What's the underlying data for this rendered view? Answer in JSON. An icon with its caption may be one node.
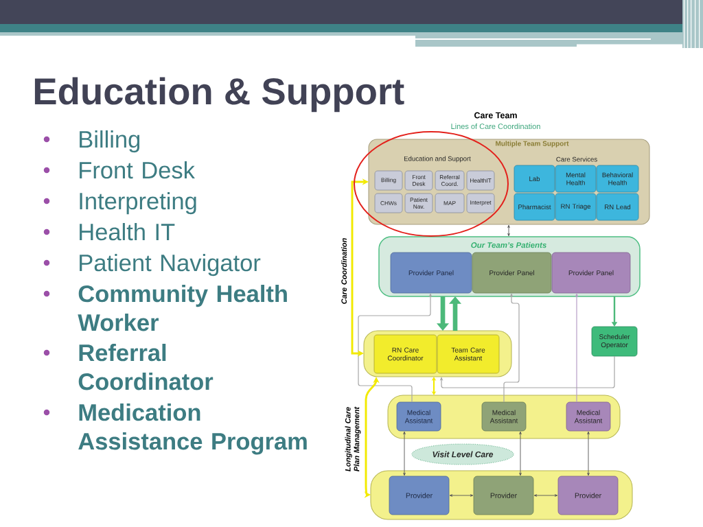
{
  "diagram": {
    "title": "Education & Support",
    "nodes": [
      {
        "text": [
          "Multiple Team Support",
          "Education and Support",
          "Care Services"
        ]
      },
      {
        "text": [
          "Billing"
        ],
        "in": 0
      },
      {
        "text": [
          "Front Desk"
        ],
        "in": 0
      },
      {
        "text": [
          "Referral Coord."
        ],
        "in": 0
      },
      {
        "text": [
          "HealthIT"
        ],
        "in": 0
      },
      {
        "text": [
          "CHWs"
        ],
        "in": 0
      },
      {
        "text": [
          "Patient Nav."
        ],
        "in": 0
      },
      {
        "text": [
          "MAP"
        ],
        "in": 0
      },
      {
        "text": [
          "Interpret"
        ],
        "in": 0
      },
      {
        "text": [
          "Lab"
        ],
        "in": 0
      },
      {
        "text": [
          "Mental Health"
        ],
        "in": 0
      },
      {
        "text": [
          "Behavioral Health"
        ],
        "in": 0
      },
      {
        "text": [
          "Pharmacist"
        ],
        "in": 0
      },
      {
        "text": [
          "RN Triage"
        ],
        "in": 0
      },
      {
        "text": [
          "RN Lead"
        ],
        "in": 0
      },
      {
        "text": [
          "Our Team’s Patients"
        ]
      },
      {
        "text": [
          "Provider Panel"
        ],
        "in": 15
      },
      {
        "text": [
          "Provider Panel"
        ],
        "in": 15
      },
      {
        "text": [
          "Provider Panel"
        ],
        "in": 15
      },
      {
        "text": [],
        "shape": "box"
      },
      {
        "text": [
          "RN Care Coordinator"
        ],
        "in": 19
      },
      {
        "text": [
          "Team Care Assistant"
        ],
        "in": 19
      },
      {
        "text": [
          "Scheduler Operator"
        ]
      },
      {
        "text": [],
        "shape": "box"
      },
      {
        "text": [
          "Medical Assistant"
        ],
        "in": 23
      },
      {
        "text": [
          "Medical Assistant"
        ],
        "in": 23
      },
      {
        "text": [
          "Medical Assistant"
        ],
        "in": 23
      },
      {
        "text": [
          "Visit Level Care"
        ]
      },
      {
        "text": [],
        "shape": "box"
      },
      {
        "text": [
          "Provider"
        ],
        "in": 28
      },
      {
        "text": [
          "Provider"
        ],
        "in": 28
      },
      {
        "text": [
          "Provider"
        ],
        "in": 28
      }
    ],
    "edges": [
      {
        "from": 0,
        "to": 15,
        "arrow": "both"
      },
      {
        "from": 15,
        "to": 19,
        "arrow": "to",
        "style": "thick",
        "color": "#4cb97a"
      },
      {
        "from": 19,
        "to": 15,
        "arrow": "to",
        "style": "thick",
        "color": "#4cb97a"
      },
      {
        "from": 15,
        "to": 22,
        "arrow": "to",
        "color": "#4cb97a"
      },
      {
        "from": 24,
        "to": 16,
        "arrow": "to",
        "color": "#a6a6a6"
      },
      {
        "from": 25,
        "to": 17,
        "arrow": "to",
        "color": "#a6a6a6"
      },
      {
        "from": 26,
        "to": 18,
        "arrow": "to",
        "color": "#b79cc8"
      },
      {
        "from": 22,
        "to": 19,
        "arrow": "to",
        "color": "#a6a6a6"
      },
      {
        "from": 19,
        "to": 23,
        "arrow": "both",
        "color": "#f2ea00"
      },
      {
        "from": 0,
        "to": 19,
        "arrow": "both",
        "label": "Care Coordination",
        "style": "thick",
        "color": "#f2ea00"
      },
      {
        "from": 28,
        "to": 19,
        "arrow": "both",
        "label": "Longitudinal Care Plan Management",
        "style": "thick",
        "color": "#f2ea00"
      },
      {
        "from": 24,
        "to": 29,
        "arrow": "both"
      },
      {
        "from": 25,
        "to": 30,
        "arrow": "both"
      },
      {
        "from": 26,
        "to": 31,
        "arrow": "both"
      },
      {
        "from": 29,
        "to": 30,
        "arrow": "both"
      },
      {
        "from": 30,
        "to": 31,
        "arrow": "both"
      }
    ],
    "labels": [
      "Care Team",
      "Lines of Care Coordination",
      "Billing",
      "Front Desk",
      "Interpreting",
      "Health IT",
      "Patient Navigator",
      "Community Health Worker",
      "Referral Coordinator",
      "Medication Assistance Program"
    ]
  }
}
